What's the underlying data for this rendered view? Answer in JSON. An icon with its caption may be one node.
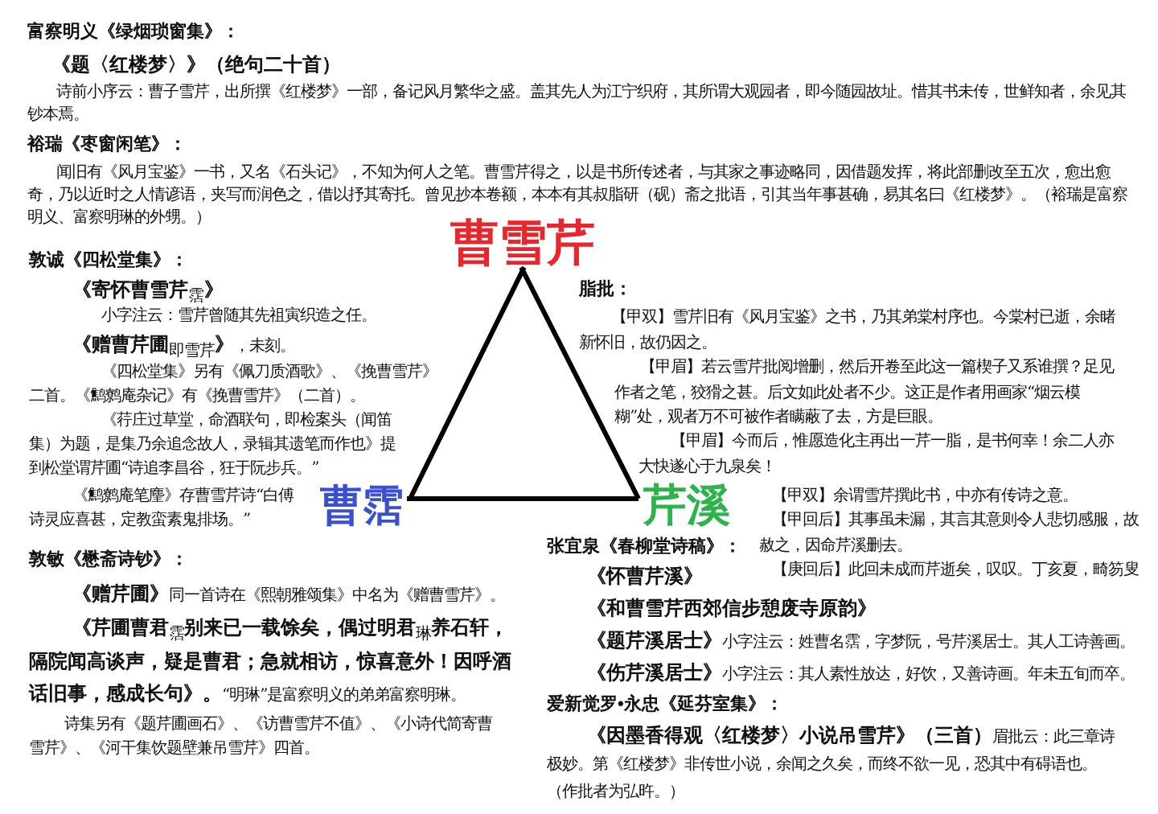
{
  "diagram": {
    "nodes": [
      {
        "text": [
          "曹雪芹"
        ]
      },
      {
        "text": [
          "曹霑"
        ]
      },
      {
        "text": [
          "芹溪"
        ]
      }
    ],
    "edges": [
      {
        "from": 0,
        "to": 1,
        "arrow": "none"
      },
      {
        "from": 0,
        "to": 2,
        "arrow": "none"
      },
      {
        "from": 1,
        "to": 2,
        "arrow": "none"
      }
    ],
    "labels": [
      "富察明义《绿烟琐窗集》：",
      "《题〈红楼梦〉》（绝句二十首）",
      "诗前小序云：曹子雪芹，出所撰《红楼梦》一部，备记风月繁华之盛。盖其先人为江宁织府，其所谓大观园者，即今随园故址。惜其书未传，世鲜知者，余见其钞本焉。",
      "裕瑞《枣窗闲笔》：",
      "闻旧有《风月宝鉴》一书，又名《石头记》，不知为何人之笔。曹雪芹得之，以是书所传述者，与其家之事迹略同，因借题发挥，将此部删改至五次，愈出愈奇，乃以近时之人情谚语，夹写而润色之，借以抒其寄托。曾见抄本卷额，本本有其叔脂研（砚）斋之批语，引其当年事甚确，易其名曰《红楼梦》。（裕瑞是富察明义、富察明琳的外甥。）",
      "敦诚《四松堂集》：",
      "《寄怀曹雪芹$_{霑}$》",
      "小字注云：雪芹曾随其先祖寅织造之任。",
      "**《赠曹芹圃**$_{即雪芹}$**》**，未刻。",
      "《四松堂集》另有《佩刀质酒歌》、《挽曹雪芹》二首。《鹪鹩庵杂记》有《挽曹雪芹》（二首）。",
      "《荇庄过草堂，命酒联句，即检案头（闻笛集）为题，是集乃余追念故人，录辑其遗笔而作也》提到松堂谓芹圃“诗追李昌谷，狂于阮步兵。”",
      "《鹪鹩庵笔麈》存曹雪芹诗“白傅诗灵应喜甚，定教蛮素鬼排场。”",
      "敦敏《懋斋诗钞》：",
      "**《赠芹圃》**同一首诗在《熙朝雅颂集》中名为《赠曹雪芹》。",
      "**《芹圃曹君**$_{霑}$**别来已一载馀矣，偶过明君**$_{琳}$**养石轩，隔院闻高谈声，疑是曹君；急就相访，惊喜意外！因呼酒话旧事，感成长句》。**“明琳”是富察明义的弟弟富察明琳。",
      "诗集另有《题芹圃画石》、《访曹雪芹不值》、《小诗代简寄曹雪芹》、《河干集饮题壁兼吊雪芹》四首。",
      "脂批：",
      "【甲双】雪芹旧有《风月宝鉴》之书，乃其弟棠村序也。今棠村已逝，余睹新怀旧，故仍因之。",
      "【甲眉】若云雪芹批阅增删，然后开卷至此这一篇楔子又系谁撰？足见作者之笔，狡猾之甚。后文如此处者不少。这正是作者用画家“烟云模糊”处，观者万不可被作者瞒蔽了去，方是巨眼。",
      "【甲眉】今而后，惟愿造化主再出一芹一脂，是书何幸！余二人亦大快遂心于九泉矣！",
      "【甲双】余谓雪芹撰此书，中亦有传诗之意。",
      "【甲回后】其事虽未漏，其言其意则令人悲切感服，故赦之，因命芹溪删去。",
      "【庚回后】此回未成而芹逝矣，叹叹。丁亥夏，畸笏叟",
      "张宜泉《春柳堂诗稿》：",
      "《怀曹芹溪》",
      "《和曹雪芹西郊信步憩废寺原韵》",
      "**《题芹溪居士》**小字注云：姓曹名霑，字梦阮，号芹溪居士。其人工诗善画。",
      "**《伤芹溪居士》**小字注云：其人素性放达，好饮，又善诗画。年未五旬而卒。",
      "爱新觉罗•永忠《延芬室集》：",
      "**《因墨香得观〈红楼梦〉小说吊雪芹》（三首）**眉批云：此三章诗极妙。第《红楼梦》非传世小说，余闻之久矣，而终不欲一见，恐其中有碍语也。（作批者为弘旿。）"
    ]
  }
}
